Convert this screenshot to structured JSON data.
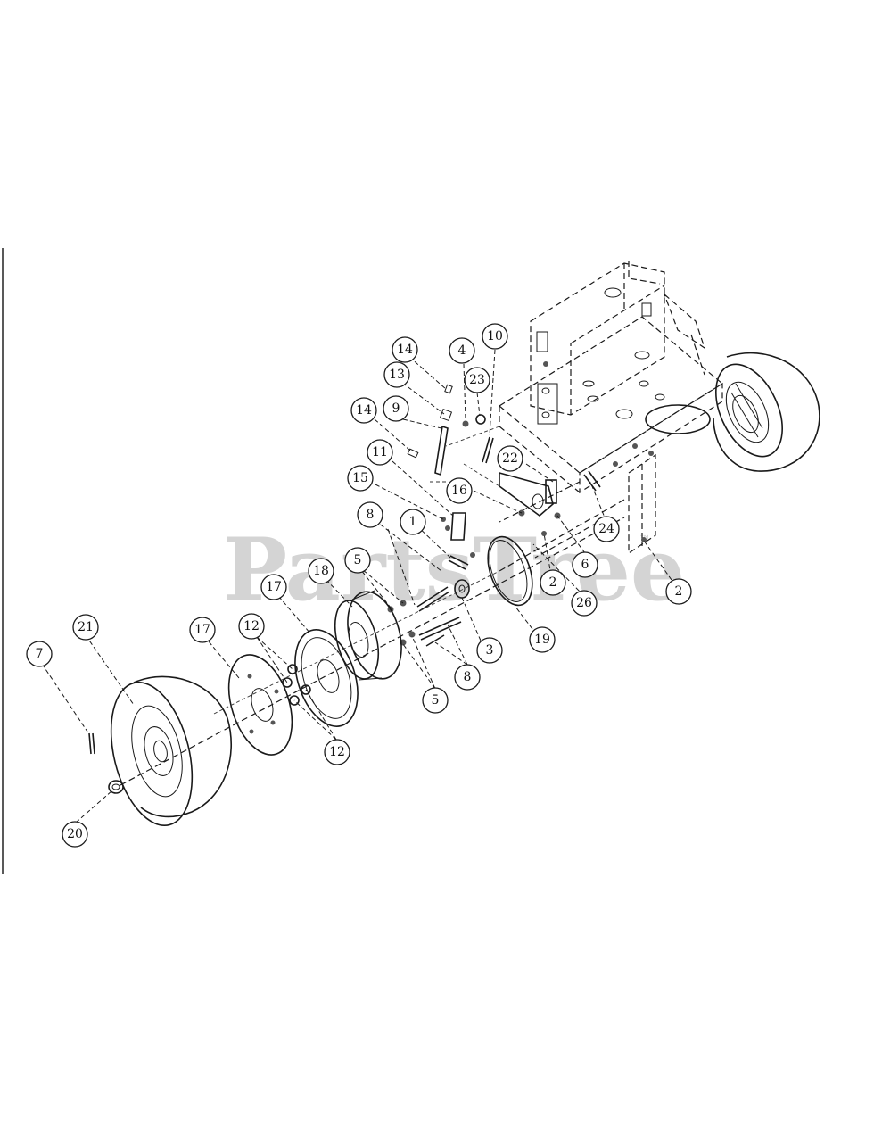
{
  "watermark": {
    "text": "PartsTree",
    "trademark": "™"
  },
  "callouts": [
    {
      "id": "c-14a",
      "label": "14"
    },
    {
      "id": "c-13",
      "label": "13"
    },
    {
      "id": "c-4",
      "label": "4"
    },
    {
      "id": "c-10",
      "label": "10"
    },
    {
      "id": "c-23",
      "label": "23"
    },
    {
      "id": "c-14b",
      "label": "14"
    },
    {
      "id": "c-9",
      "label": "9"
    },
    {
      "id": "c-22",
      "label": "22"
    },
    {
      "id": "c-11",
      "label": "11"
    },
    {
      "id": "c-15",
      "label": "15"
    },
    {
      "id": "c-16",
      "label": "16"
    },
    {
      "id": "c-24",
      "label": "24"
    },
    {
      "id": "c-8a",
      "label": "8"
    },
    {
      "id": "c-1",
      "label": "1"
    },
    {
      "id": "c-2a",
      "label": "2"
    },
    {
      "id": "c-6",
      "label": "6"
    },
    {
      "id": "c-2b",
      "label": "2"
    },
    {
      "id": "c-26",
      "label": "26"
    },
    {
      "id": "c-5a",
      "label": "5"
    },
    {
      "id": "c-18",
      "label": "18"
    },
    {
      "id": "c-17a",
      "label": "17"
    },
    {
      "id": "c-3",
      "label": "3"
    },
    {
      "id": "c-19",
      "label": "19"
    },
    {
      "id": "c-8b",
      "label": "8"
    },
    {
      "id": "c-21",
      "label": "21"
    },
    {
      "id": "c-17b",
      "label": "17"
    },
    {
      "id": "c-12a",
      "label": "12"
    },
    {
      "id": "c-7",
      "label": "7"
    },
    {
      "id": "c-5b",
      "label": "5"
    },
    {
      "id": "c-12b",
      "label": "12"
    },
    {
      "id": "c-20",
      "label": "20"
    }
  ]
}
